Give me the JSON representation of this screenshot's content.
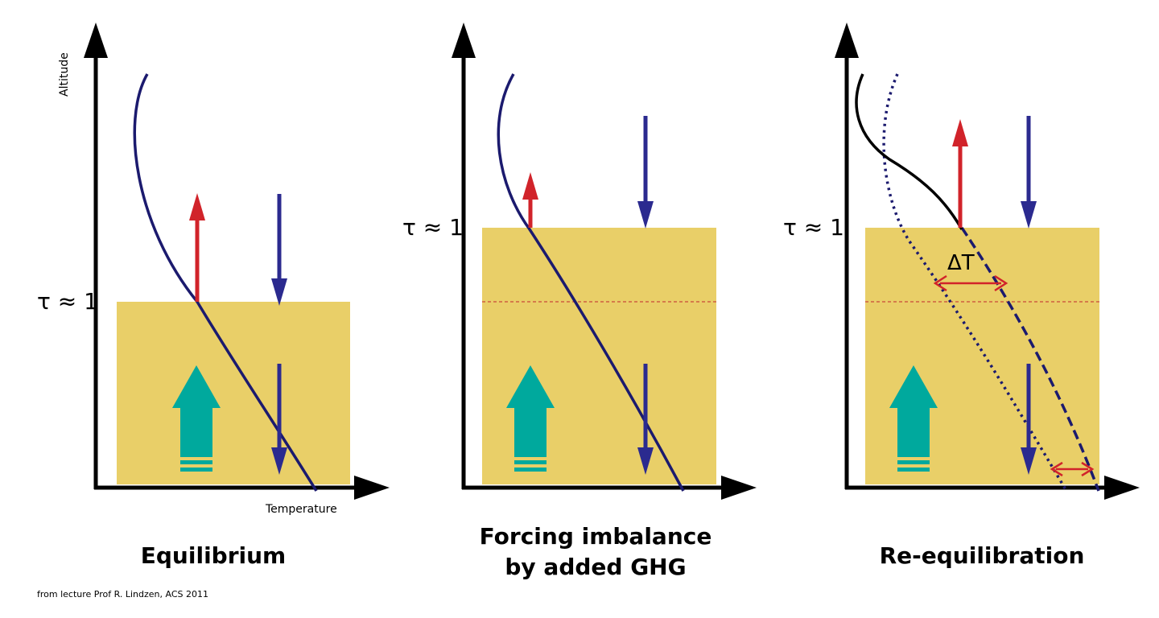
{
  "panels": [
    {
      "caption": "Equilibrium",
      "tau_label": "τ ≈ 1"
    },
    {
      "caption_line1": "Forcing imbalance",
      "caption_line2": "by added GHG",
      "tau_label": "τ ≈ 1"
    },
    {
      "caption": "Re-equilibration",
      "tau_label": "τ ≈ 1",
      "delta_label": "ΔT"
    }
  ],
  "axes": {
    "y_label": "Altitude",
    "x_label": "Temperature"
  },
  "credit": "from lecture Prof R. Lindzen, ACS 2011",
  "colors": {
    "layer": "#e9cf68",
    "profile": "#1b1a6e",
    "outgoing_arrow": "#d1232a",
    "incoming_arrow": "#2b2a8f",
    "surface_arrow": "#00a99d",
    "dashed_reference": "#c1272d",
    "axis": "#000000"
  }
}
